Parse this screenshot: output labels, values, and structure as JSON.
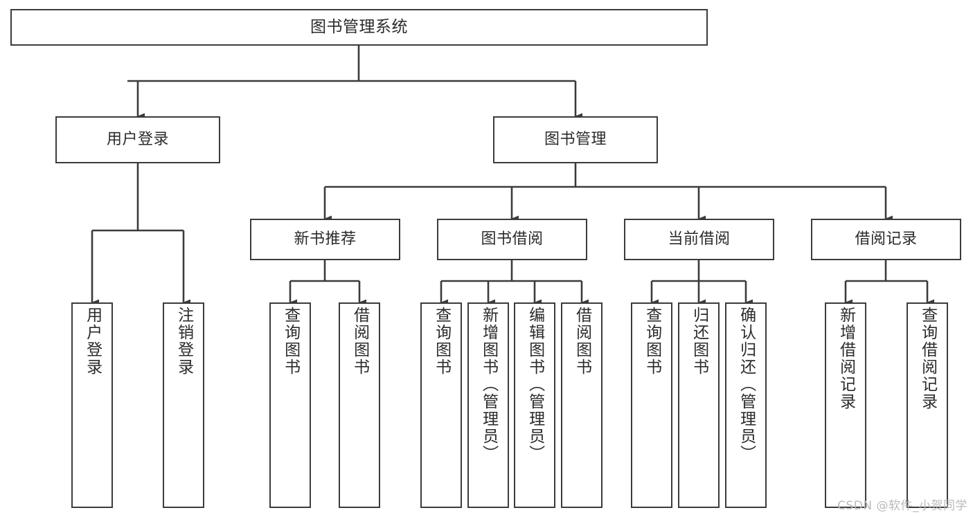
{
  "diagram": {
    "title": "图书管理系统",
    "type": "tree-hierarchy",
    "watermark": "CSDN @软件_小贺同学",
    "levels": {
      "root": {
        "label": "图书管理系统"
      },
      "level2": [
        {
          "id": "user-login",
          "label": "用户登录"
        },
        {
          "id": "book-manage",
          "label": "图书管理"
        }
      ],
      "level3": [
        {
          "id": "new-book-recommend",
          "label": "新书推荐"
        },
        {
          "id": "book-borrow",
          "label": "图书借阅"
        },
        {
          "id": "current-borrow",
          "label": "当前借阅"
        },
        {
          "id": "borrow-record",
          "label": "借阅记录"
        }
      ],
      "leaves": {
        "user-login": [
          {
            "id": "leaf-user-login",
            "label": "用户登录"
          },
          {
            "id": "leaf-logout-login",
            "label": "注销登录"
          }
        ],
        "new-book-recommend": [
          {
            "id": "leaf-query-book-1",
            "label": "查询图书"
          },
          {
            "id": "leaf-borrow-book-1",
            "label": "借阅图书"
          }
        ],
        "book-borrow": [
          {
            "id": "leaf-query-book-2",
            "label": "查询图书"
          },
          {
            "id": "leaf-add-book-admin",
            "label": "新增图书（管理员）"
          },
          {
            "id": "leaf-edit-book-admin",
            "label": "编辑图书（管理员）"
          },
          {
            "id": "leaf-borrow-book-2",
            "label": "借阅图书"
          }
        ],
        "current-borrow": [
          {
            "id": "leaf-query-book-3",
            "label": "查询图书"
          },
          {
            "id": "leaf-return-book",
            "label": "归还图书"
          },
          {
            "id": "leaf-confirm-return-admin",
            "label": "确认归还（管理员）"
          }
        ],
        "borrow-record": [
          {
            "id": "leaf-add-borrow-record",
            "label": "新增借阅记录"
          },
          {
            "id": "leaf-query-borrow-record",
            "label": "查询借阅记录"
          }
        ]
      }
    },
    "colors": {
      "stroke": "#3b3b3b",
      "fill": "#ffffff",
      "text": "#2b2b2b",
      "watermark": "#b9b9b9"
    }
  }
}
